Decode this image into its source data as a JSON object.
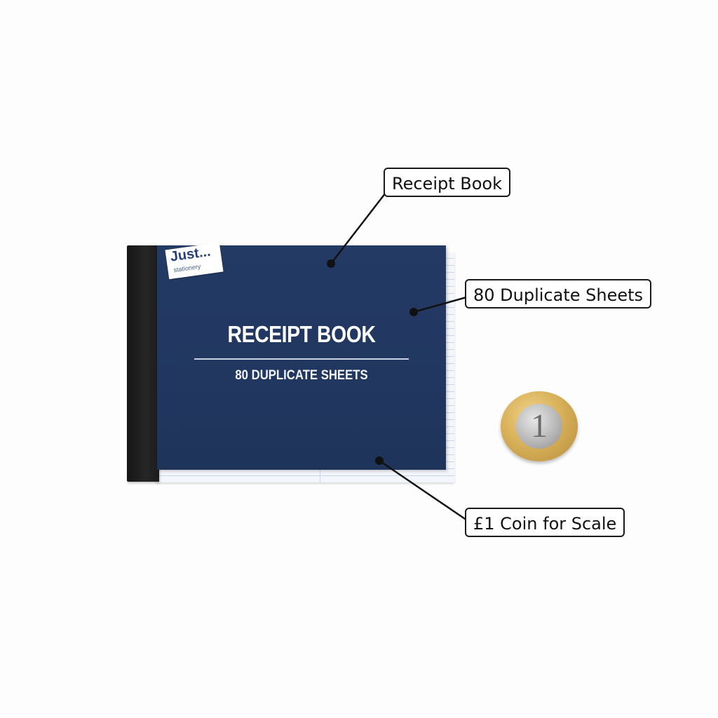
{
  "product": {
    "cover_title": "RECEIPT BOOK",
    "cover_subtitle": "80 DUPLICATE SHEETS",
    "brand_main": "Just...",
    "brand_sub": "stationery"
  },
  "coin": {
    "glyph": "1"
  },
  "callouts": [
    {
      "id": "receipt",
      "text": "Receipt Book"
    },
    {
      "id": "sheets",
      "text": "80 Duplicate Sheets"
    },
    {
      "id": "coin",
      "text": "£1 Coin for Scale"
    }
  ],
  "colors": {
    "cover": "#223963",
    "spine": "#1f1f1f",
    "pages": "#f3f6fb",
    "coin_outer": "#d9b15a",
    "coin_inner": "#b8b8b8",
    "callout_border": "#1a1a1a"
  }
}
